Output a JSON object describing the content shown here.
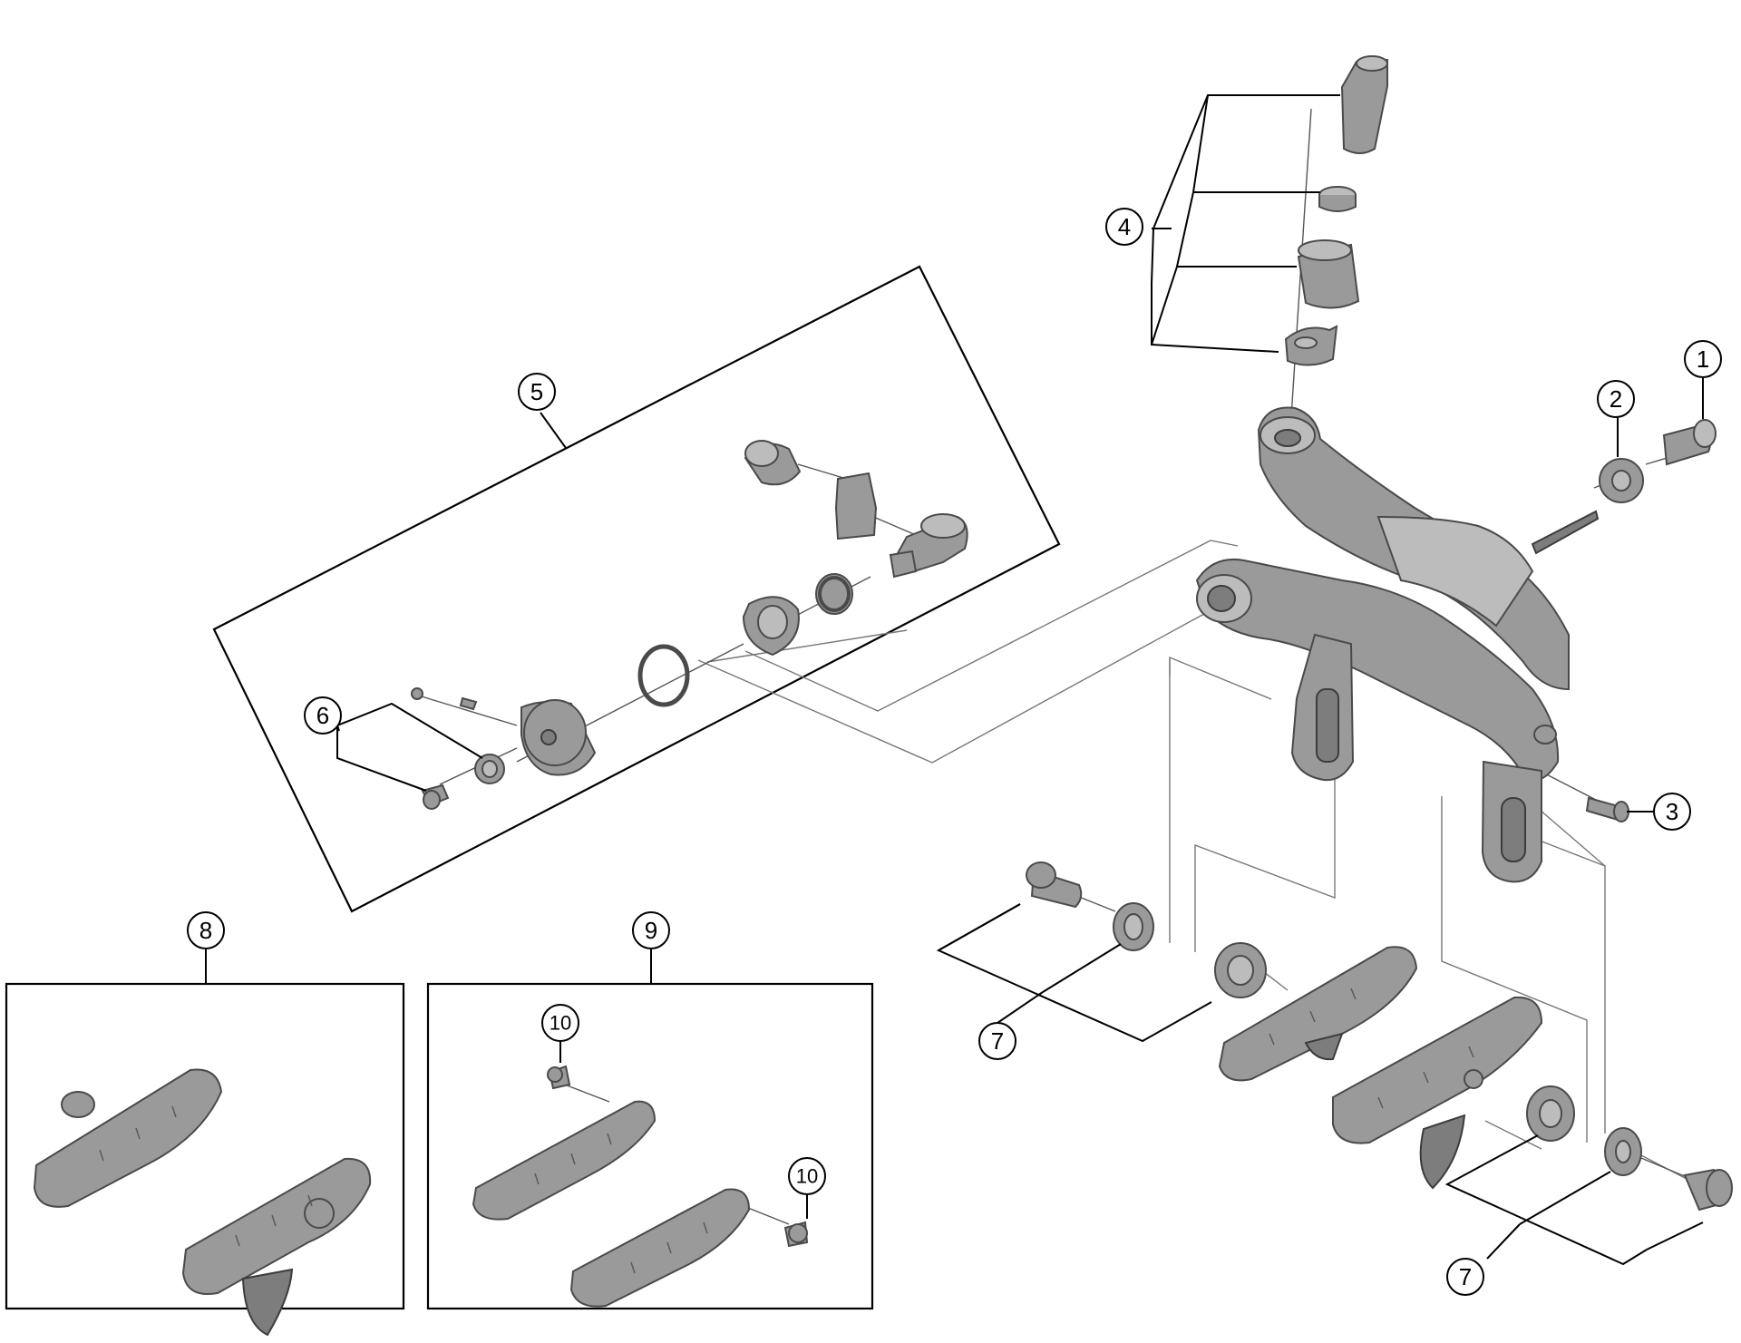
{
  "callouts": {
    "c1": "1",
    "c2": "2",
    "c3": "3",
    "c4": "4",
    "c5": "5",
    "c6": "6",
    "c7a": "7",
    "c7b": "7",
    "c8": "8",
    "c9": "9",
    "c10a": "10",
    "c10b": "10"
  },
  "colors": {
    "part": "#9a9a9a",
    "outline": "#4a4a4a",
    "lines": "#000000"
  }
}
